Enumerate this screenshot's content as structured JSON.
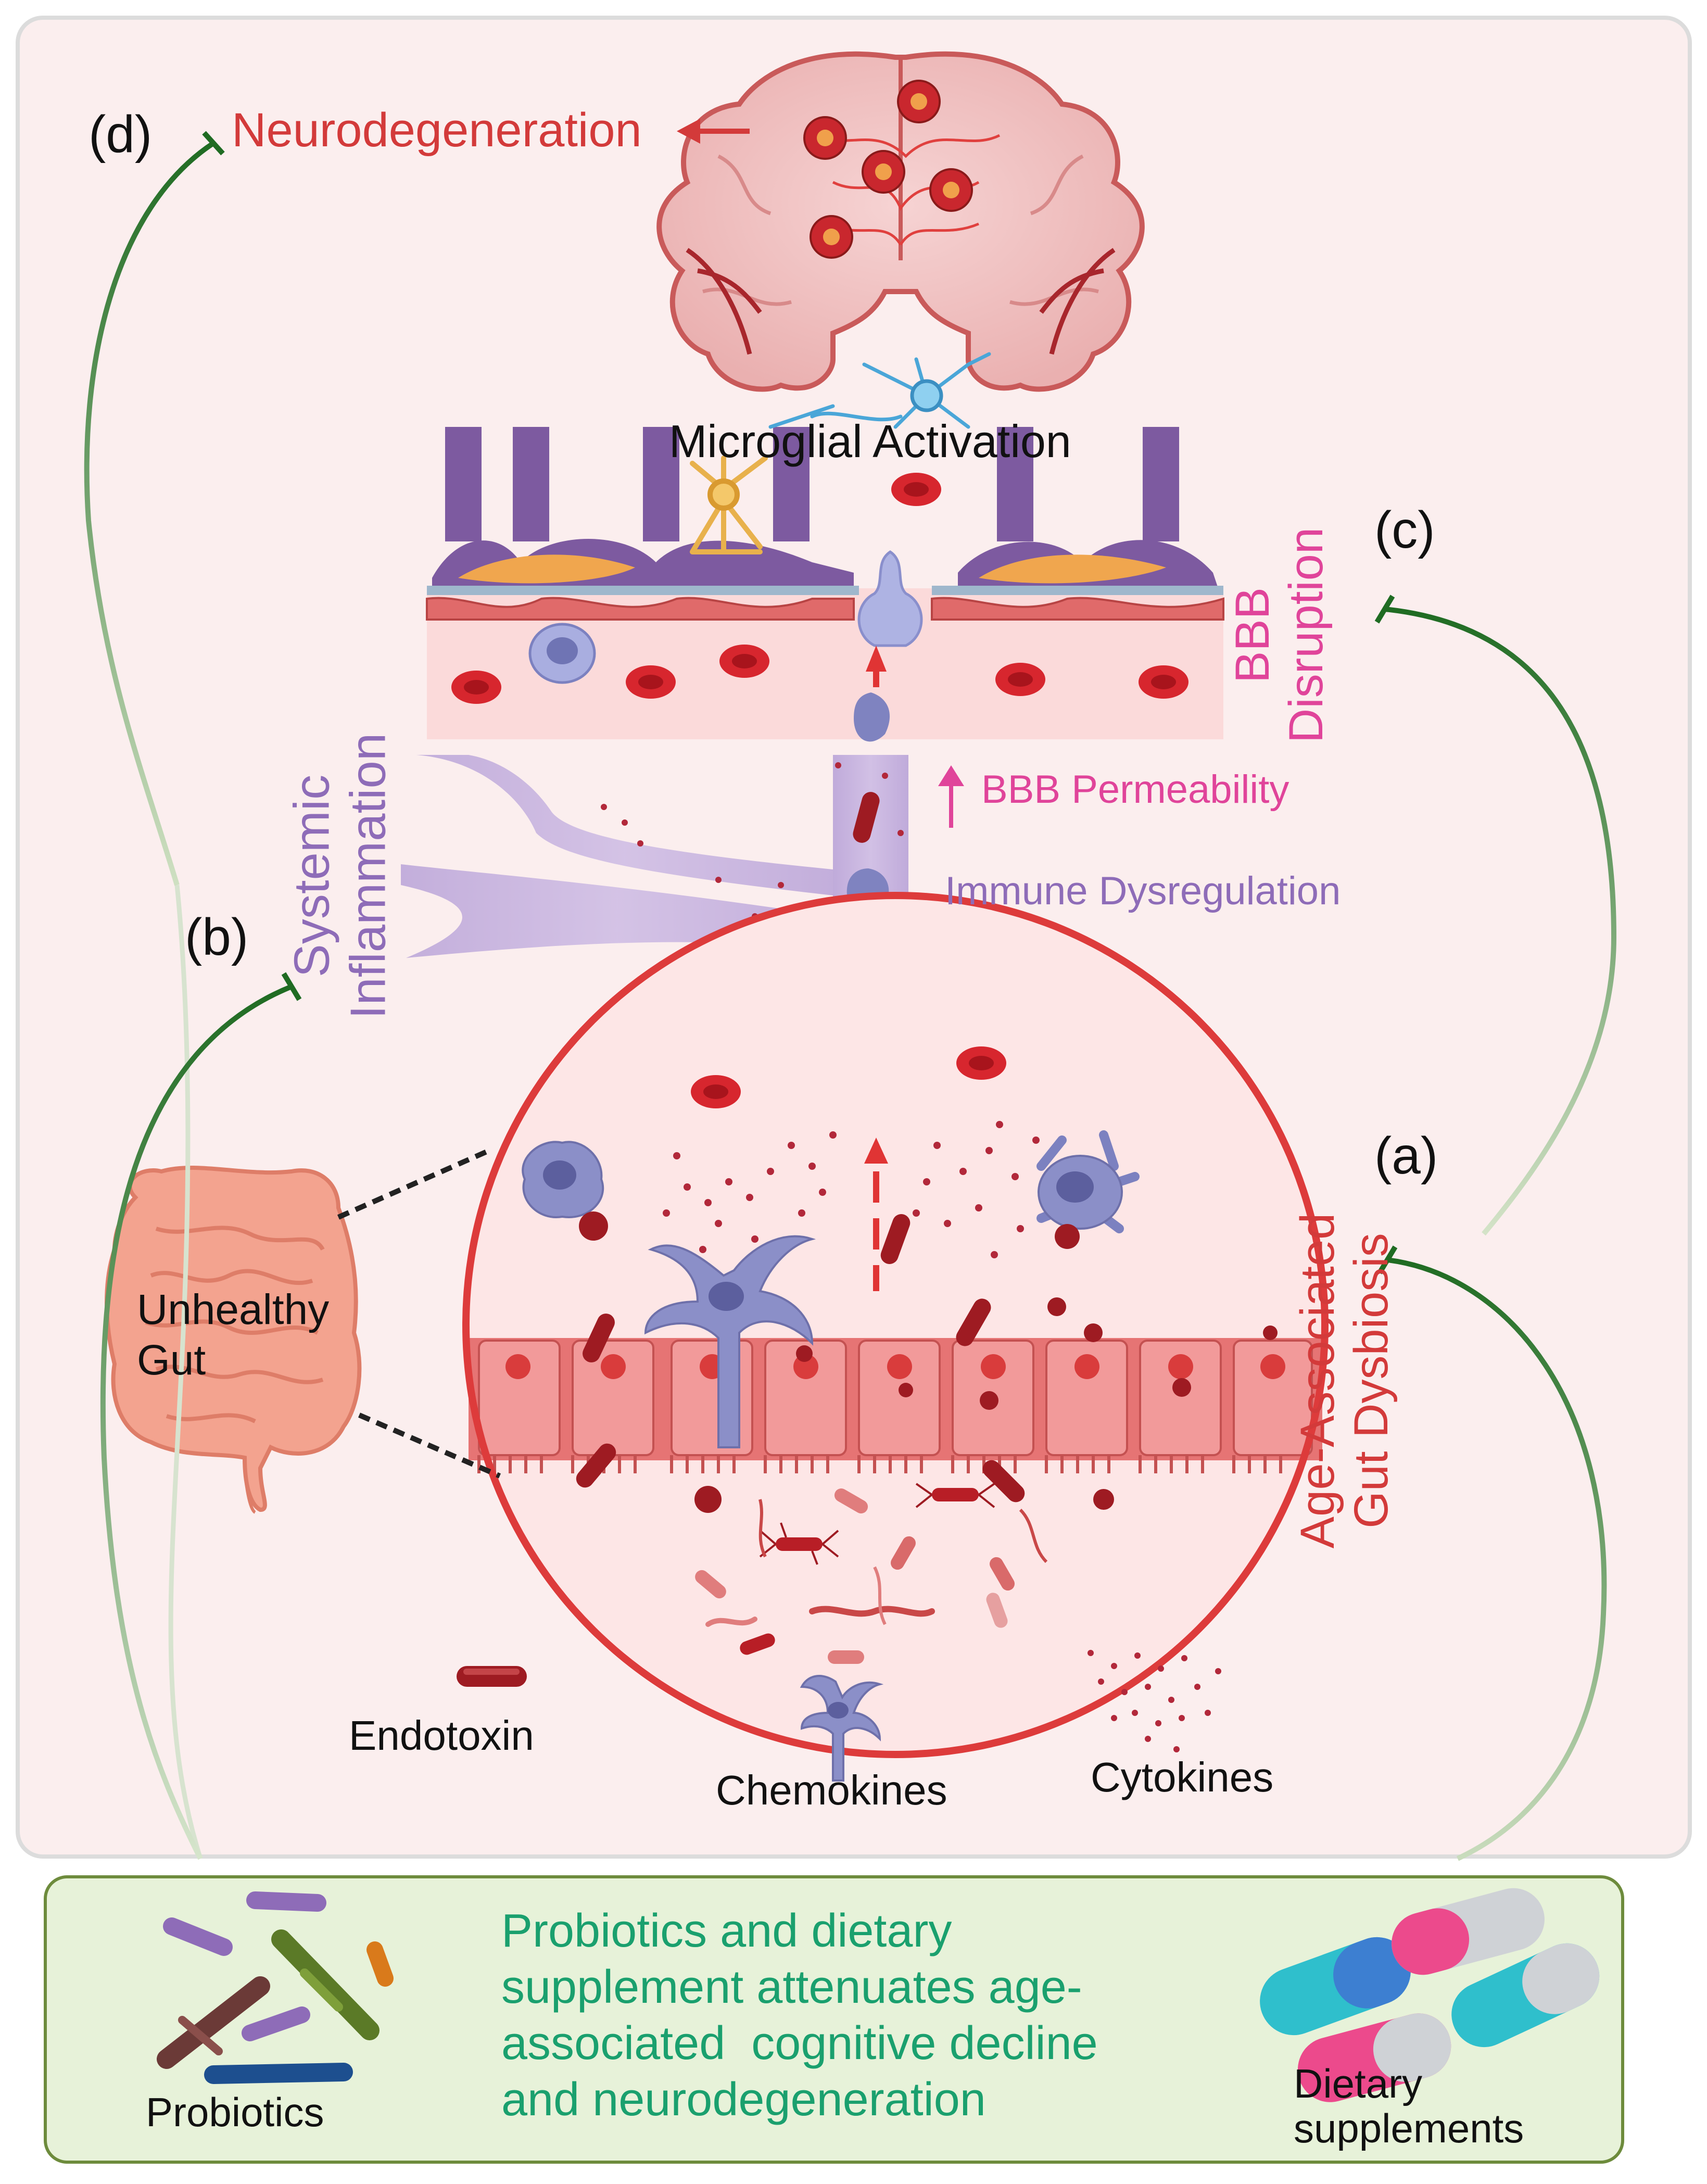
{
  "colors": {
    "panel_bg": "#fbeeee",
    "panel_border": "#dcdcdc",
    "red_text": "#d33a3a",
    "pink_text": "#e0449a",
    "purple_text": "#8e6cb8",
    "green_line": "#1f6b22",
    "green_text": "#1aa06e",
    "bottom_bg": "#e7f2d9",
    "bottom_border": "#6d8b3c",
    "circle_red": "#dd3b3b"
  },
  "labels": {
    "neurodegeneration": "Neurodegeneration",
    "microglial_activation": "Microglial Activation",
    "bbb_disruption": "BBB\nDisruption",
    "bbb_permeability": "BBB Permeability",
    "immune_dysregulation": "Immune Dysregulation",
    "systemic_inflammation": "Systemic\nInflammation",
    "age_gut_dysbiosis": "Age-Associated\nGut Dysbiosis",
    "unhealthy_gut": "Unhealthy\nGut",
    "endotoxin": "Endotoxin",
    "chemokines": "Chemokines",
    "cytokines": "Cytokines",
    "panel_a": "(a)",
    "panel_b": "(b)",
    "panel_c": "(c)",
    "panel_d": "(d)"
  },
  "intervention": {
    "statement": "Probiotics and dietary supplement attenuates age-associated cognitive decline and neurodegeneration",
    "statement_lines": [
      "Probiotics and dietary",
      "supplement attenuates age-",
      "associated  cognitive decline",
      "and neurodegeneration"
    ],
    "probiotics_label": "Probiotics",
    "supplements_label": "Dietary\nsupplements"
  },
  "icons": {
    "brain": "brain-icon",
    "neuron": "neuron-icon",
    "microglia": "microglia-icon",
    "red_blood_cell": "red-blood-cell-icon",
    "bacteria": "bacteria-icon",
    "capsule": "capsule-icon",
    "intestine": "intestine-icon",
    "macrophage": "macrophage-icon"
  }
}
